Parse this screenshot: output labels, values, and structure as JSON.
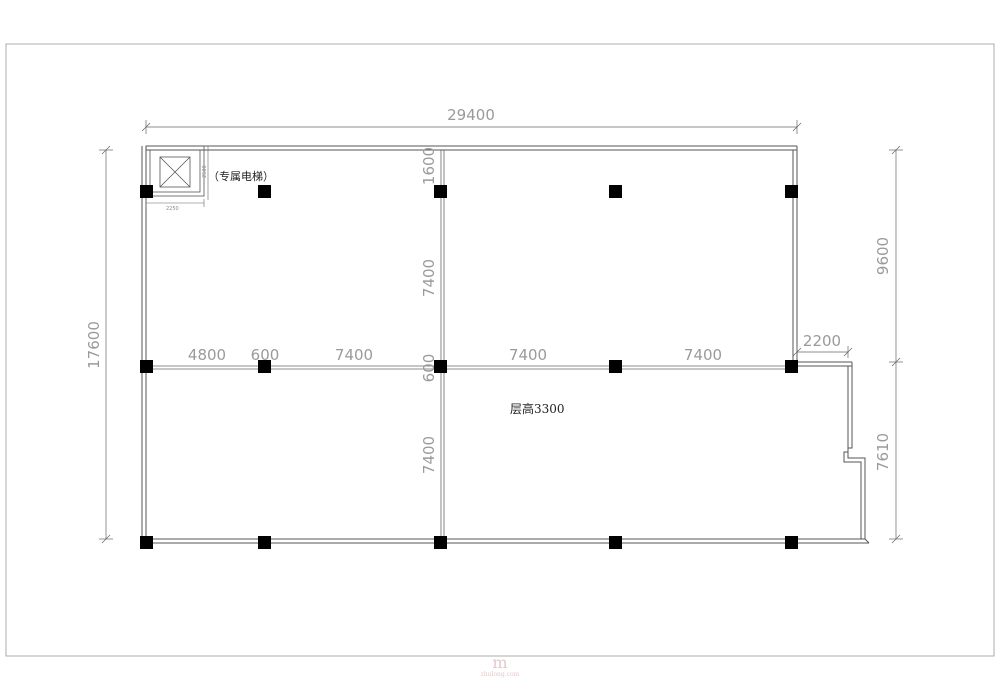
{
  "dimensions": {
    "overall_width": "29400",
    "overall_depth": "17600",
    "top_depth": "9600",
    "bottom_depth": "7610",
    "offset_top": "1600",
    "offset_mid": "600",
    "wing": "2200",
    "spans": [
      "4800",
      "600",
      "7400",
      "7400",
      "7400"
    ],
    "vertical_upper": "7400",
    "vertical_lower": "7400",
    "elevator_w": "2250",
    "elevator_h": "2500"
  },
  "notes": {
    "elevator": "（专属电梯）",
    "floor_height": "层高3300"
  },
  "watermark": {
    "text": "zhulong.com",
    "glyph": "m"
  },
  "colors": {
    "line": "#4a4a4a",
    "column": "#000000",
    "dim_text": "#9a9a9a"
  }
}
